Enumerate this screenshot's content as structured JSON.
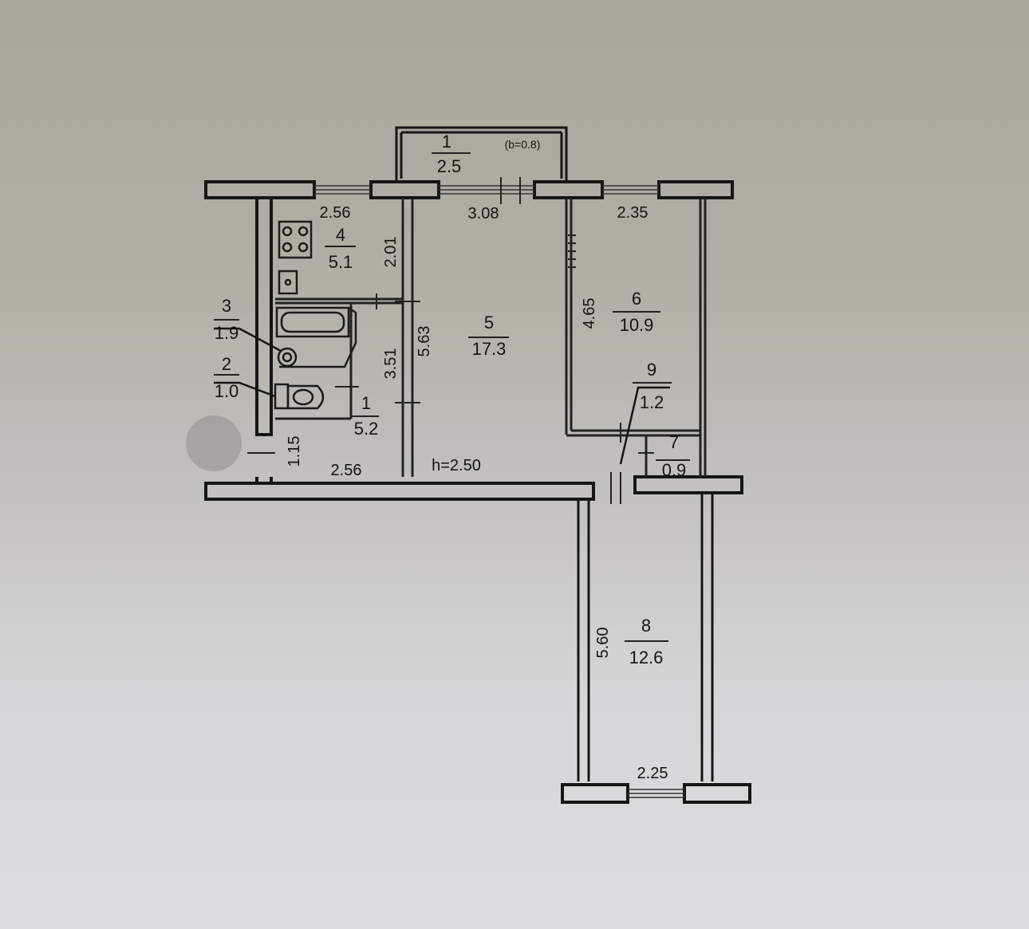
{
  "plan": {
    "balcony": {
      "number": "1",
      "area": "2.5",
      "note": "(b=0.8)"
    },
    "rooms": [
      {
        "id": "1",
        "area": "5.2"
      },
      {
        "id": "2",
        "area": "1.0"
      },
      {
        "id": "3",
        "area": "1.9"
      },
      {
        "id": "4",
        "area": "5.1"
      },
      {
        "id": "5",
        "area": "17.3"
      },
      {
        "id": "6",
        "area": "10.9"
      },
      {
        "id": "7",
        "area": "0.9"
      },
      {
        "id": "8",
        "area": "12.6"
      },
      {
        "id": "9",
        "area": "1.2"
      }
    ],
    "dimensions": {
      "kitchen_width": "2.56",
      "living_width": "3.08",
      "bedroom6_width": "2.35",
      "kitchen_depth": "2.01",
      "hall_depth": "3.51",
      "living_depth": "5.63",
      "bedroom6_depth": "4.65",
      "entry_depth": "1.15",
      "hall_width": "2.56",
      "ceiling_height": "h=2.50",
      "bedroom8_depth": "5.60",
      "bedroom8_width": "2.25"
    }
  }
}
